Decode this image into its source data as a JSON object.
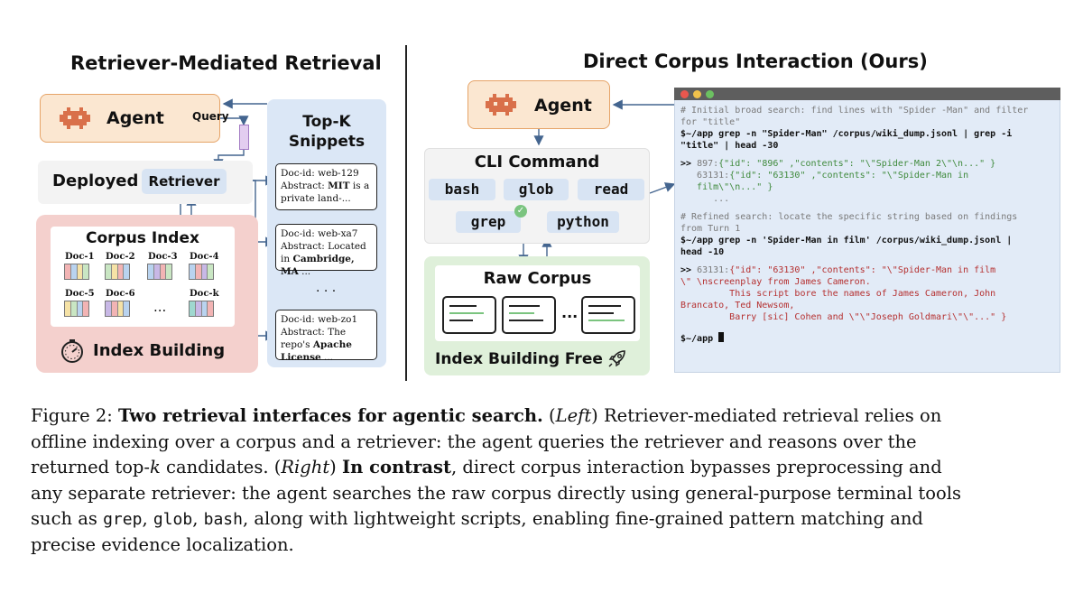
{
  "left_panel": {
    "title": "Retriever-Mediated Retrieval",
    "agent_label": "Agent",
    "query_label": "Query",
    "deployed_label": "Deployed",
    "retriever_label": "Retriever",
    "corpus_index_title": "Corpus Index",
    "docs": [
      "Doc-1",
      "Doc-2",
      "Doc-3",
      "Doc-4",
      "Doc-5",
      "Doc-6",
      "Doc-k"
    ],
    "index_ellipsis": "...",
    "index_building_label": "Index Building",
    "topk_title_line1": "Top-K",
    "topk_title_line2": "Snippets",
    "snippets": [
      {
        "id": "Doc-id: web-129",
        "abstract_prefix": "Abstract: ",
        "abstract_bold": "MIT",
        "abstract_rest": " is a private land-..."
      },
      {
        "id": "Doc-id: web-xa7",
        "abstract_prefix": "Abstract: Located in ",
        "abstract_bold": "Cambridge, MA",
        "abstract_rest": " ..."
      },
      {
        "id": "Doc-id: web-zo1",
        "abstract_prefix": "Abstract: The repo's ",
        "abstract_bold": "Apache License",
        "abstract_rest": " ..."
      }
    ],
    "snippet_ellipsis": "· · ·"
  },
  "right_panel": {
    "title": "Direct Corpus Interaction (Ours)",
    "agent_label": "Agent",
    "cli_title": "CLI Command",
    "commands": [
      "bash",
      "glob",
      "read",
      "grep",
      "python"
    ],
    "raw_corpus_title": "Raw Corpus",
    "raw_ellipsis": "...",
    "index_free_label": "Index Building Free",
    "terminal": {
      "comment1_l1": "# Initial broad search: find lines with \"Spider -Man\" and filter",
      "comment1_l2": "for \"title\"",
      "cmd1_l1": "$~/app grep -n \"Spider-Man\" /corpus/wiki_dump.jsonl | grep -i",
      "cmd1_l2": "\"title\" | head -30",
      "out1_prompt": ">> ",
      "out1_l1_num": "897:",
      "out1_l1_rest": "{\"id\": \"896\" ,\"contents\": \"\\\"Spider-Man 2\\\"\\n...\" }",
      "out1_l2_num": "   63131:",
      "out1_l2_rest": "{\"id\": \"63130\" ,\"contents\": \"\\\"Spider-Man in",
      "out1_l3": "   film\\\"\\n...\" }",
      "out1_ellipsis": "      ...",
      "comment2_l1": "# Refined search: locate the specific string based on findings",
      "comment2_l2": "from Turn 1",
      "cmd2_l1": "$~/app grep -n 'Spider-Man in film' /corpus/wiki_dump.jsonl |",
      "cmd2_l2": "head -10",
      "out2_prompt": ">> ",
      "out2_l1_num": "63131:",
      "out2_l1_rest": "{\"id\": \"63130\" ,\"contents\": \"\\\"Spider-Man in film",
      "out2_l2": "\\\" \\nscreenplay from James Cameron.",
      "out2_l3": "         This script bore the names of James Cameron, John",
      "out2_l4": "Brancato, Ted Newsom,",
      "out2_l5": "         Barry [sic] Cohen and \\\"\\\"Joseph Goldmari\\\"\\\"...\" }",
      "prompt_final": "$~/app "
    }
  },
  "caption": {
    "fig": "Figure 2: ",
    "bold_title": "Two retrieval interfaces for agentic search.",
    "left_tag": "Left",
    "line1_rest": " Retriever-mediated retrieval relies on",
    "line2": "offline indexing over a corpus and a retriever: the agent queries the retriever and reasons over the",
    "line3_a": "returned top-",
    "line3_k": "k",
    "line3_b": " candidates. (",
    "right_tag": "Right",
    "line3_c": ") ",
    "in_contrast": "In contrast",
    "line3_d": ", direct corpus interaction bypasses preprocessing and",
    "line4": "any separate retriever: the agent searches the raw corpus directly using general-purpose terminal tools",
    "line5_a": "such as ",
    "tool1": "grep",
    "tool2": "glob",
    "tool3": "bash",
    "line5_b": ", along with lightweight scripts, enabling fine-grained pattern matching and",
    "line6": "precise evidence localization."
  },
  "colors": {
    "agent_fill": "#fbe7d1",
    "retriever_fill": "#d8e4f3",
    "index_fill": "#f4d0cd",
    "raw_corpus_fill": "#dff0da",
    "terminal_fill": "#e2ebf7",
    "terminal_green": "#3f8a3c",
    "terminal_red": "#b53030"
  }
}
